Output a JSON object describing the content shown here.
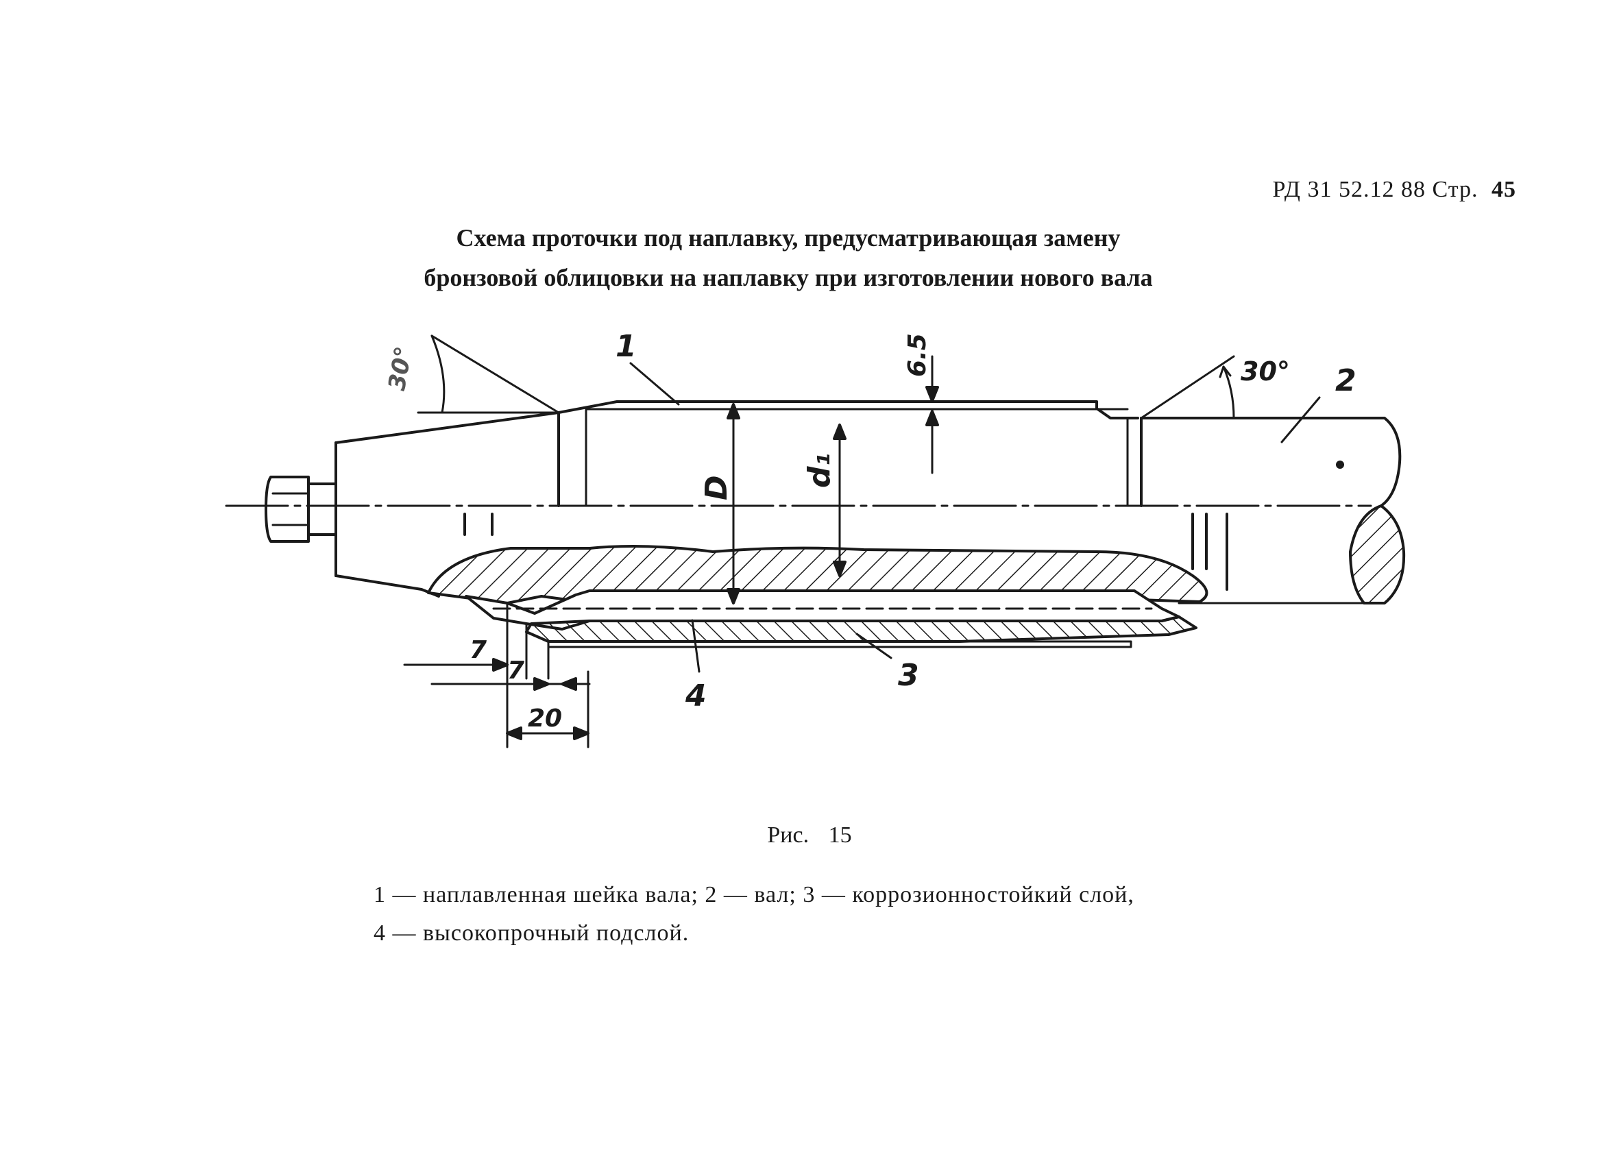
{
  "header": {
    "doc_code": "РД 31 52.12 88",
    "page_label": "Стр.",
    "page_number": "45"
  },
  "title": {
    "line1": "Схема проточки под наплавку, предусматривающая замену",
    "line2": "бронзовой облицовки на наплавку при изготовлении нового вала"
  },
  "figure": {
    "labels": {
      "part1": "1",
      "part2": "2",
      "part3": "3",
      "part4": "4",
      "dim_D": "D",
      "dim_d": "d₁",
      "dim_65": "6.5",
      "angle_30_right": "30°",
      "angle_30_left": "30°",
      "dim_7a": "7",
      "dim_7b": "7",
      "dim_20": "20"
    },
    "colors": {
      "ink": "#1a1a1a",
      "paper": "#ffffff"
    }
  },
  "caption": {
    "label": "Рис.",
    "number": "15"
  },
  "legend": {
    "line1": "1 — наплавленная шейка вала; 2 — вал; 3 — коррозионностойкий слой,",
    "line2": "4 — высокопрочный подслой."
  }
}
